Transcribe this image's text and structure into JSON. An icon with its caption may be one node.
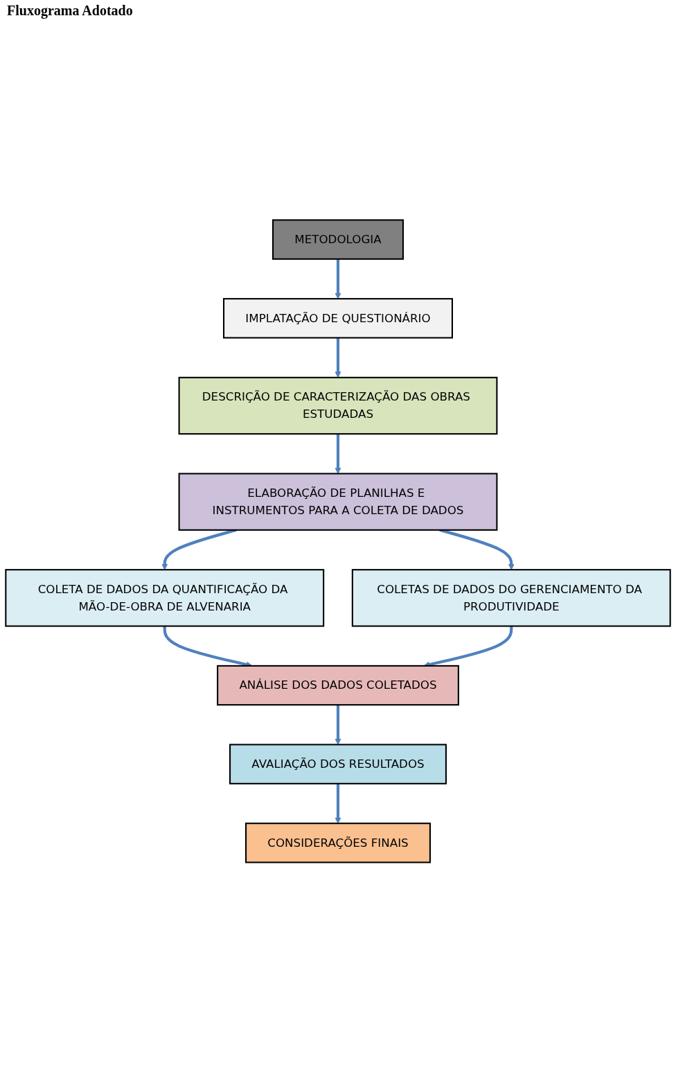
{
  "diagram": {
    "title": "Fluxograma Adotado",
    "nodes": [
      {
        "text": [
          "METODOLOGIA"
        ]
      },
      {
        "text": [
          "IMPLATAÇÃO DE QUESTIONÁRIO"
        ]
      },
      {
        "text": [
          "DESCRIÇÃO DE CARACTERIZAÇÃO DAS OBRAS ESTUDADAS"
        ]
      },
      {
        "text": [
          "ELABORAÇÃO DE PLANILHAS E INSTRUMENTOS PARA A COLETA DE DADOS"
        ]
      },
      {
        "text": [
          "COLETA DE DADOS DA QUANTIFICAÇÃO DA MÃO-DE-OBRA DE ALVENARIA"
        ]
      },
      {
        "text": [
          "COLETAS DE DADOS DO GERENCIAMENTO DA PRODUTIVIDADE"
        ]
      },
      {
        "text": [
          "ANÁLISE DOS DADOS COLETADOS"
        ]
      },
      {
        "text": [
          "AVALIAÇÃO DOS RESULTADOS"
        ]
      },
      {
        "text": [
          "CONSIDERAÇÕES FINAIS"
        ]
      }
    ],
    "edges": [
      {
        "from": 0,
        "to": 1,
        "arrow": "to"
      },
      {
        "from": 1,
        "to": 2,
        "arrow": "to"
      },
      {
        "from": 2,
        "to": 3,
        "arrow": "to"
      },
      {
        "from": 3,
        "to": 4,
        "arrow": "to"
      },
      {
        "from": 3,
        "to": 5,
        "arrow": "to"
      },
      {
        "from": 4,
        "to": 6,
        "arrow": "to"
      },
      {
        "from": 5,
        "to": 6,
        "arrow": "to"
      },
      {
        "from": 6,
        "to": 7,
        "arrow": "to"
      },
      {
        "from": 7,
        "to": 8,
        "arrow": "to"
      }
    ]
  }
}
